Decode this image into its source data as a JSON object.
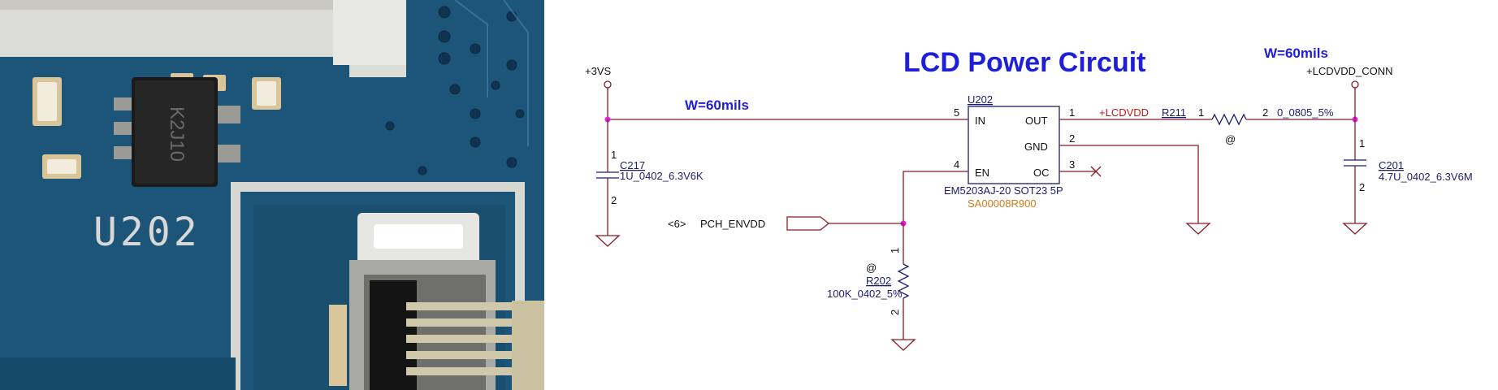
{
  "photo": {
    "silkscreen": "U202",
    "chip_marking": "K2J10",
    "colors": {
      "board": "#1f5a7e",
      "board_dark": "#0f3350",
      "gold": "#d8c59a"
    }
  },
  "schematic": {
    "title": "LCD Power Circuit",
    "width_note_left": "W=60mils",
    "width_note_right": "W=60mils",
    "net_3vs": "+3VS",
    "net_lcdvdd_conn": "+LCDVDD_CONN",
    "net_lcdvdd": "+LCDVDD",
    "ic": {
      "ref": "U202",
      "part": "EM5203AJ-20 SOT23 5P",
      "sa": "SA00008R900",
      "pins": {
        "in": "IN",
        "out": "OUT",
        "gnd": "GND",
        "en": "EN",
        "oc": "OC"
      },
      "pin_nums": {
        "in": "5",
        "out": "1",
        "gnd": "2",
        "en": "4",
        "oc": "3"
      }
    },
    "c217": {
      "ref": "C217",
      "value": "1U_0402_6.3V6K",
      "pin1": "1",
      "pin2": "2"
    },
    "c201": {
      "ref": "C201",
      "value": "4.7U_0402_6.3V6M",
      "pin1": "1",
      "pin2": "2"
    },
    "r211": {
      "ref": "R211",
      "value": "0_0805_5%",
      "pin1": "1",
      "pin2": "2",
      "at": "@"
    },
    "r202": {
      "ref": "R202",
      "value": "100K_0402_5%",
      "pin1": "1",
      "pin2": "2",
      "at": "@"
    },
    "pch": {
      "sheet": "<6>",
      "net": "PCH_ENVDD"
    },
    "colors": {
      "wire": "#8a1a24",
      "title": "#1f1fd6",
      "junction": "#e020e0",
      "net_red": "#c01818",
      "part_orange": "#d07a1a"
    }
  }
}
